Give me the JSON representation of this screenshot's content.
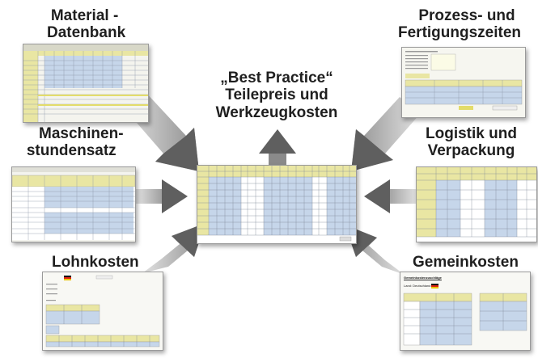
{
  "labels": {
    "material": [
      "Material -",
      "Datenbank"
    ],
    "prozess": [
      "Prozess- und",
      "Fertigungszeiten"
    ],
    "best_practice": [
      "„Best Practice“",
      "Teilepreis und",
      "Werkzeugkosten"
    ],
    "maschinen": [
      "Maschinen-",
      "stundensatz"
    ],
    "logistik": [
      "Logistik und",
      "Verpackung"
    ],
    "lohn": "Lohnkosten",
    "gemein": "Gemeinkosten"
  },
  "sheet_text": {
    "gemein_title": "Gemeinkostenzuschläge",
    "gemein_sub": "Land: Deutschland"
  },
  "colors": {
    "arrow": "#9d9d9d",
    "arrow_head": "#6f6f6f",
    "sheet_header_yellow": "#e9e6a3",
    "sheet_cell_blue": "#c6d6ea",
    "text": "#1f1f1f"
  }
}
